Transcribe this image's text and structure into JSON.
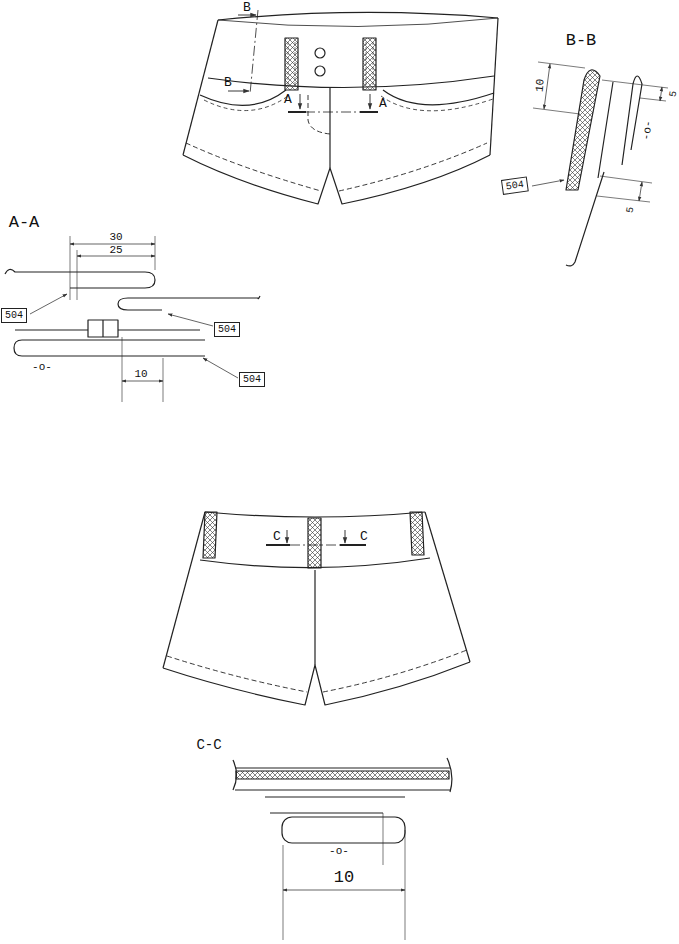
{
  "diagram": {
    "nodes": [
      {
        "text": [
          "504"
        ]
      },
      {
        "text": [
          "504"
        ]
      },
      {
        "text": [
          "504"
        ]
      },
      {
        "text": [
          "504"
        ]
      }
    ],
    "labels": [
      "B",
      "B",
      "A",
      "A",
      "B-B",
      "10",
      "5",
      "-o-",
      "5",
      "A-A",
      "30",
      "25",
      "-o-",
      "10",
      "C",
      "C",
      "C-C",
      "-o-",
      "10"
    ]
  }
}
